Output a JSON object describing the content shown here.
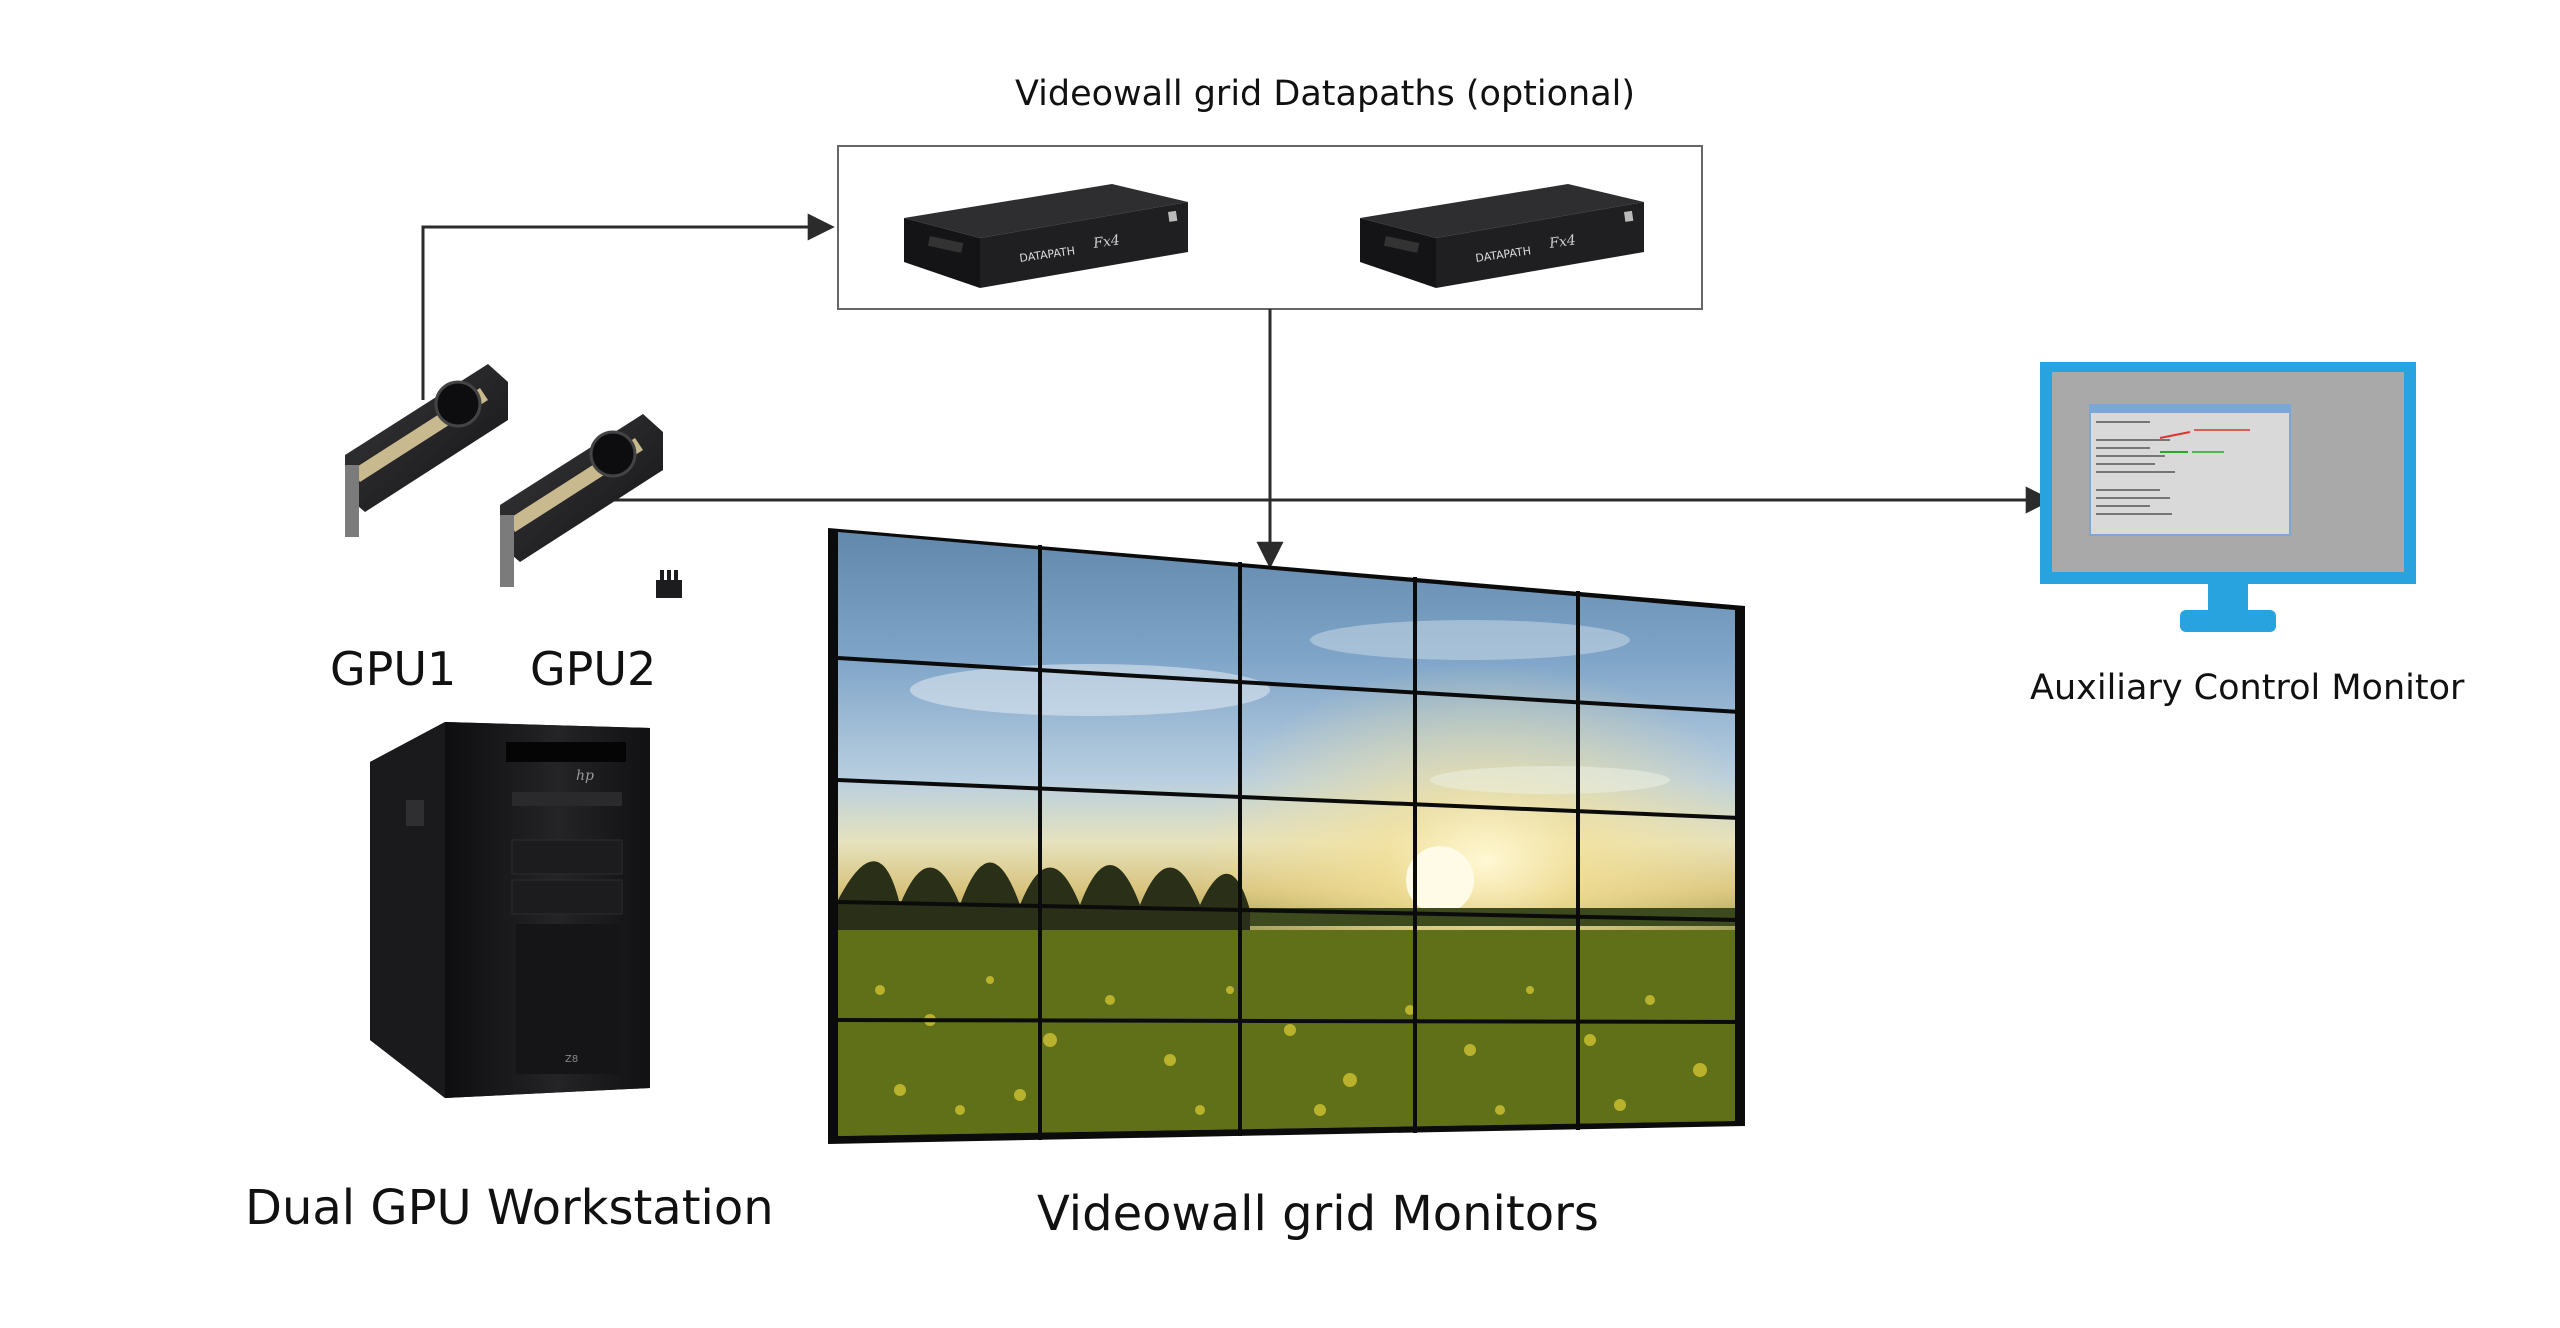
{
  "labels": {
    "datapaths_title": "Videowall grid Datapaths (optional)",
    "gpu1": "GPU1",
    "gpu2": "GPU2",
    "workstation": "Dual GPU Workstation",
    "videowall": "Videowall grid Monitors",
    "aux_monitor": "Auxiliary Control Monitor"
  },
  "devices": {
    "datapath_brand": "DATAPATH",
    "datapath_model": "Fx4",
    "workstation_brand": "hp"
  },
  "videowall_grid": {
    "rows": 5,
    "cols": 5
  },
  "icons": [
    "datapath-box-icon",
    "gpu-card-icon",
    "workstation-tower-icon",
    "videowall-display",
    "monitor-icon",
    "usb-dongle-icon",
    "arrow-icon"
  ],
  "colors": {
    "connector_line": "#2b2b2b",
    "monitor_frame": "#29a3e0",
    "monitor_screen": "#a9a9a9",
    "device_body": "#1c1c1e"
  }
}
